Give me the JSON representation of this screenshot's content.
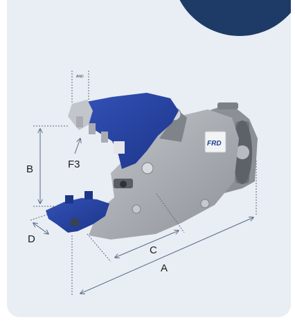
{
  "dimension_labels": {
    "a": "A",
    "b": "B",
    "c": "C",
    "d": "D",
    "f3": "F3"
  },
  "small_label": "AND",
  "brand_logo_text": "FRD",
  "colors": {
    "card_bg": "#e9edf4",
    "blob": "#1e3a66",
    "jaw_blue": "#2745a8",
    "body_gray": "#a9acb2",
    "dimension_line": "#556b82"
  }
}
